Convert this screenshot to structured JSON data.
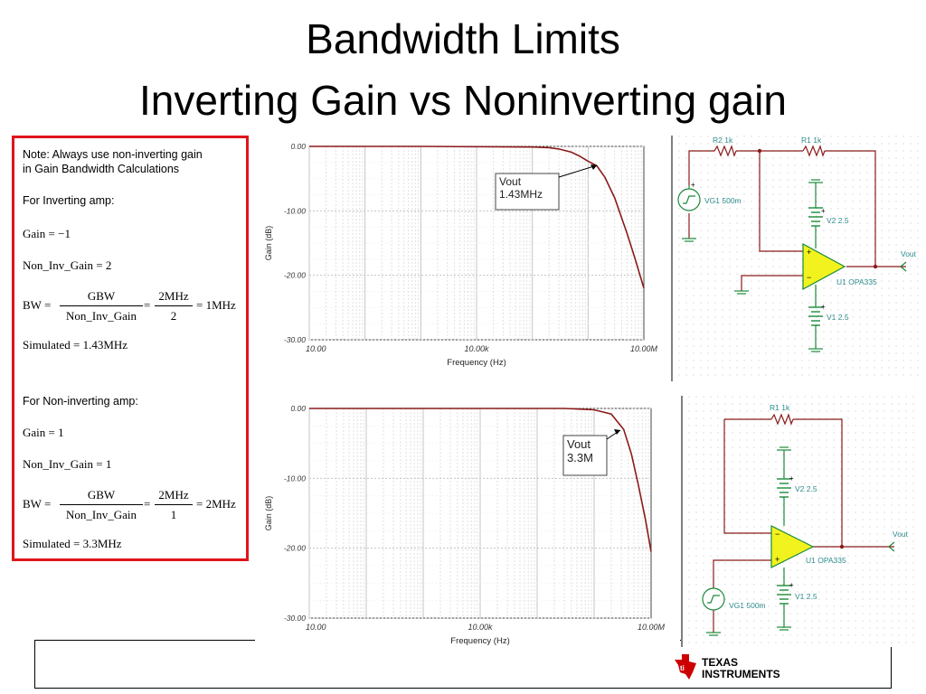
{
  "title": {
    "line1": "Bandwidth Limits",
    "line2": "Inverting Gain vs Noninverting gain"
  },
  "note": {
    "line1": "Note:  Always use non-inverting gain",
    "line2": "in Gain Bandwidth Calculations",
    "inverting": {
      "heading": "For Inverting amp:",
      "gain_label": "Gain",
      "gain_value": "−1",
      "noninv_label": "Non_Inv_Gain",
      "noninv_value": "2",
      "bw_label": "BW",
      "frac1_num": "GBW",
      "frac1_den": "Non_Inv_Gain",
      "frac2_num": "2MHz",
      "frac2_den": "2",
      "bw_result": "1MHz",
      "sim_label": "Simulated",
      "sim_value": "1.43MHz"
    },
    "noninverting": {
      "heading": "For Non-inverting amp:",
      "gain_label": "Gain",
      "gain_value": "1",
      "noninv_label": "Non_Inv_Gain",
      "noninv_value": "1",
      "bw_label": "BW",
      "frac1_num": "GBW",
      "frac1_den": "Non_Inv_Gain",
      "frac2_num": "2MHz",
      "frac2_den": "1",
      "bw_result": "2MHz",
      "sim_label": "Simulated",
      "sim_value": "3.3MHz"
    },
    "equals": "="
  },
  "chart_data": [
    {
      "type": "line",
      "ylabel": "Gain (dB)",
      "xlabel": "Frequency (Hz)",
      "x_scale": "log",
      "xlim": [
        10,
        10000000
      ],
      "ylim": [
        -30,
        0
      ],
      "x_ticks": [
        "10.00",
        "10.00k",
        "10.00M"
      ],
      "y_ticks": [
        "0.00",
        "-10.00",
        "-20.00",
        "-30.00"
      ],
      "grid": true,
      "series": [
        {
          "color": "#8b1a1a",
          "x": [
            10,
            1000,
            100000,
            200000,
            300000,
            500000,
            700000,
            1000000,
            1430000,
            2000000,
            3000000,
            5000000,
            7000000,
            10000000
          ],
          "y": [
            0,
            0,
            -0.1,
            -0.2,
            -0.4,
            -0.9,
            -1.5,
            -2.3,
            -3.0,
            -4.8,
            -8.0,
            -13.5,
            -17.5,
            -22.0
          ]
        }
      ],
      "annotation": {
        "line1": "Vout",
        "line2": "1.43MHz"
      }
    },
    {
      "type": "line",
      "ylabel": "Gain (dB)",
      "xlabel": "Frequency (Hz)",
      "x_scale": "log",
      "xlim": [
        10,
        10000000
      ],
      "ylim": [
        -30,
        0
      ],
      "x_ticks": [
        "10.00",
        "10.00k",
        "10.00M"
      ],
      "y_ticks": [
        "0.00",
        "-10.00",
        "-20.00",
        "-30.00"
      ],
      "grid": true,
      "series": [
        {
          "color": "#8b1a1a",
          "x": [
            10,
            1000,
            100000,
            300000,
            600000,
            1000000,
            2000000,
            3300000,
            4500000,
            6000000,
            8000000,
            10000000
          ],
          "y": [
            0,
            0,
            0,
            0,
            -0.1,
            -0.2,
            -0.8,
            -3.0,
            -6.5,
            -11.0,
            -16.0,
            -20.5
          ]
        }
      ],
      "annotation": {
        "line1": "Vout",
        "line2": "3.3M"
      }
    }
  ],
  "schematic_inv": {
    "r2": "R2 1k",
    "r1": "R1 1k",
    "vg": "VG1 500m",
    "v2": "V2 2.5",
    "v1": "V1 2.5",
    "u1": "U1 OPA335",
    "vout": "Vout",
    "plus": "+"
  },
  "schematic_noninv": {
    "r1": "R1 1k",
    "vg": "VG1 500m",
    "v2": "V2 2.5",
    "v1": "V1 2.5",
    "u1": "U1 OPA335",
    "vout": "Vout",
    "plus": "+"
  },
  "logo": {
    "line1": "Texas",
    "line2": "Instruments"
  },
  "colors": {
    "note_border": "#e0141c",
    "curve": "#8b1a1a",
    "schematic_wire": "#8b1a1a",
    "component": "#1a8a3a",
    "opamp_fill": "#f2f21e",
    "label_teal": "#2e8b8b",
    "ti_red": "#cc0000"
  }
}
